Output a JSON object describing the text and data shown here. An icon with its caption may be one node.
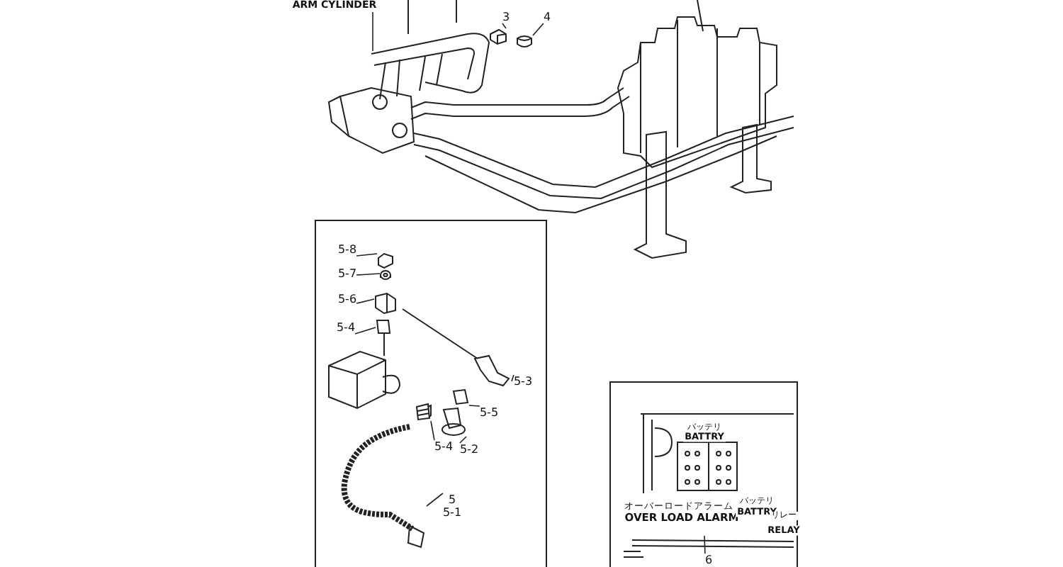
{
  "diagram": {
    "nodes": [
      {
        "text": [
          "ARM CYLINDER"
        ]
      },
      {
        "text": [
          "3"
        ]
      },
      {
        "text": [
          "4"
        ]
      },
      {
        "text": [],
        "shape": "box"
      },
      {
        "text": [
          "5-8"
        ],
        "in": 3
      },
      {
        "text": [
          "5-7"
        ],
        "in": 3
      },
      {
        "text": [
          "5-6"
        ],
        "in": 3
      },
      {
        "text": [
          "5-4"
        ],
        "in": 3
      },
      {
        "text": [
          "5-3"
        ],
        "in": 3
      },
      {
        "text": [
          "5-5"
        ],
        "in": 3
      },
      {
        "text": [
          "5-4"
        ],
        "in": 3
      },
      {
        "text": [
          "5-2"
        ],
        "in": 3
      },
      {
        "text": [
          "5",
          "5-1"
        ],
        "in": 3
      },
      {
        "text": [],
        "shape": "box"
      },
      {
        "text": [
          "6"
        ],
        "in": 13
      },
      {
        "text": [],
        "shape": "picture"
      },
      {
        "text": [],
        "shape": "picture"
      },
      {
        "text": [],
        "shape": "picture",
        "in": 3
      },
      {
        "text": [],
        "shape": "picture",
        "in": 3
      },
      {
        "text": [],
        "shape": "picture",
        "in": 3
      },
      {
        "text": [],
        "shape": "picture",
        "in": 3
      },
      {
        "text": [],
        "shape": "picture",
        "in": 3
      },
      {
        "text": [],
        "shape": "picture",
        "in": 3
      },
      {
        "text": [],
        "shape": "picture",
        "in": 3
      },
      {
        "text": [],
        "shape": "picture",
        "in": 3
      },
      {
        "text": [],
        "shape": "picture",
        "in": 3
      }
    ],
    "edges": [
      {
        "from": 0,
        "to": null,
        "arrow": "none"
      },
      {
        "from": 1,
        "to": 15,
        "arrow": "none"
      },
      {
        "from": 2,
        "to": 16,
        "arrow": "none"
      },
      {
        "from": 4,
        "to": 17,
        "arrow": "none"
      },
      {
        "from": 5,
        "to": 18,
        "arrow": "none"
      },
      {
        "from": 6,
        "to": 19,
        "arrow": "none"
      },
      {
        "from": 7,
        "to": 20,
        "arrow": "none"
      },
      {
        "from": 8,
        "to": 21,
        "arrow": "none"
      },
      {
        "from": 9,
        "to": 22,
        "arrow": "none"
      },
      {
        "from": 10,
        "to": 23,
        "arrow": "none"
      },
      {
        "from": 11,
        "to": 24,
        "arrow": "none"
      },
      {
        "from": 12,
        "to": 25,
        "arrow": "none"
      },
      {
        "from": 14,
        "to": null,
        "arrow": "none"
      }
    ],
    "labels": [
      "バッテリ",
      "BATTRY",
      "オーバーロードアラーム",
      "OVER LOAD ALARM",
      "バッテリ",
      "BATTRY",
      "リレー",
      "RELAY"
    ]
  }
}
